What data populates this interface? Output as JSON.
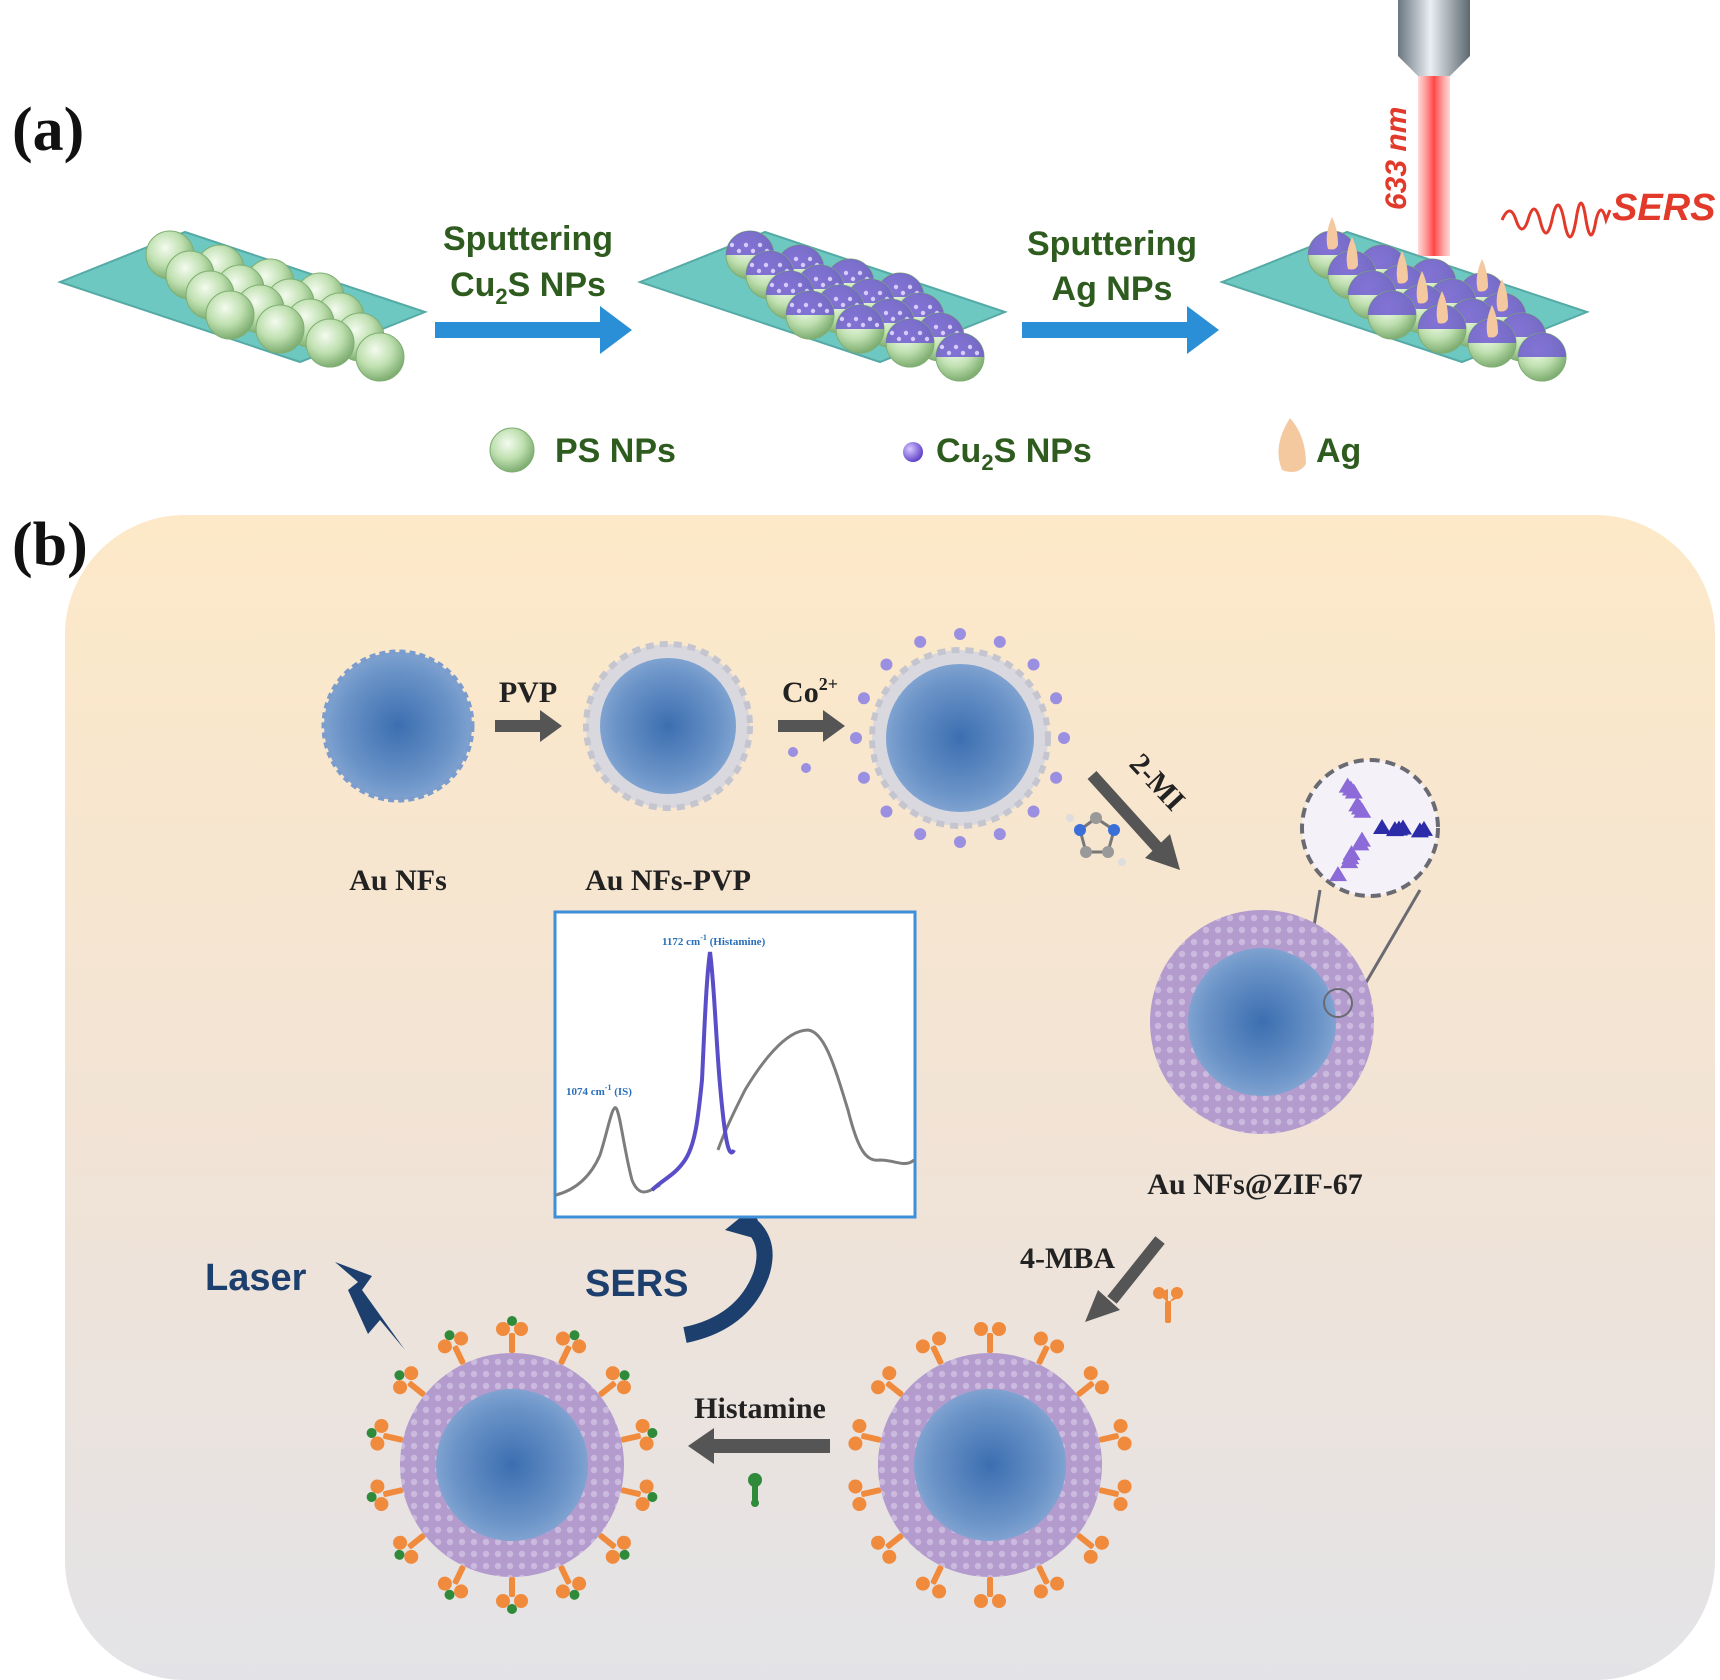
{
  "panel_a": {
    "label": "(a)",
    "step1": {
      "line1": "Sputtering",
      "line2_main": "Cu",
      "line2_sub": "2",
      "line2_tail": "S NPs"
    },
    "step2": {
      "line1": "Sputtering",
      "line2": "Ag NPs"
    },
    "laser_wavelength": "633 nm",
    "signal": "SERS",
    "legend": {
      "ps": "PS NPs",
      "cu2s_main": "Cu",
      "cu2s_sub": "2",
      "cu2s_tail": "S NPs",
      "ag": "Ag"
    }
  },
  "panel_b": {
    "label": "(b)",
    "arrow_pvp": "PVP",
    "arrow_co_main": "Co",
    "arrow_co_sup": "2+",
    "arrow_2mi": "2-MI",
    "au_nfs": "Au NFs",
    "au_nfs_pvp": "Au NFs-PVP",
    "au_zif": "Au NFs@ZIF-67",
    "arrow_4mba": "4-MBA",
    "arrow_histamine": "Histamine",
    "laser": "Laser",
    "sers": "SERS",
    "spectrum": {
      "peak_histamine_main": "1172 cm",
      "peak_histamine_sup": "-1",
      "peak_histamine_tail": " (Histamine)",
      "peak_is_main": "1074 cm",
      "peak_is_sup": "-1",
      "peak_is_tail": " (IS)"
    }
  },
  "colors": {
    "green_text": "#2e5b1e",
    "arrow_blue": "#2a8fd6",
    "laser_red": "#e23a2a",
    "core_blue": "#5b87c0",
    "zif_purple": "#b49ad0",
    "mba_orange": "#f08a3c",
    "histamine_green": "#2f8a3a",
    "navy": "#1c3f6e"
  }
}
